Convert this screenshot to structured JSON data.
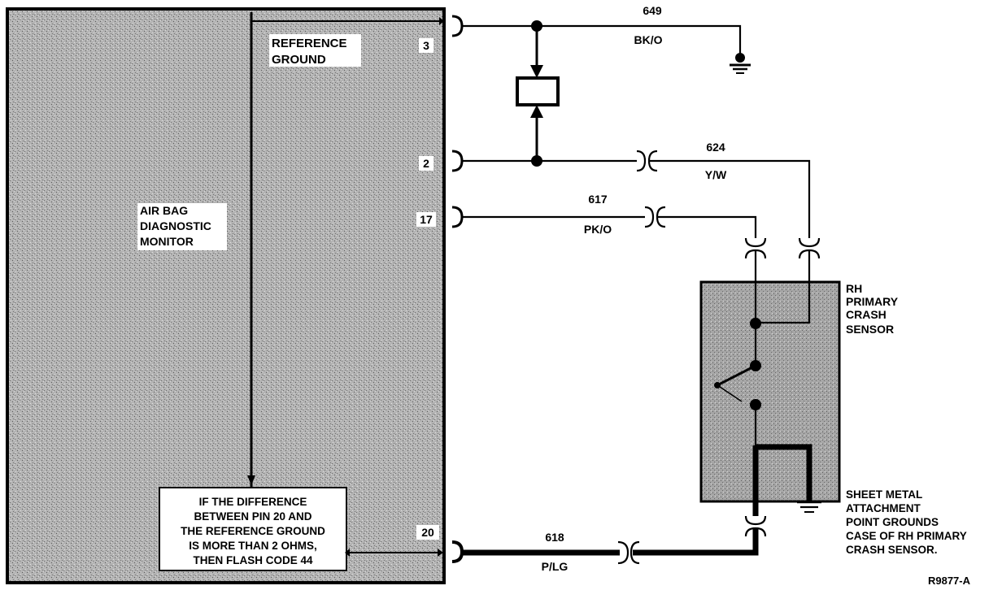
{
  "module": {
    "name_lines": [
      "AIR BAG",
      "DIAGNOSTIC",
      "MONITOR"
    ],
    "reference_ground_lines": [
      "REFERENCE",
      "GROUND"
    ],
    "note_lines": [
      "IF THE DIFFERENCE",
      "BETWEEN PIN 20 AND",
      "THE REFERENCE GROUND",
      "IS MORE THAN 2 OHMS,",
      "THEN FLASH CODE 44"
    ]
  },
  "pins": [
    {
      "number": "3"
    },
    {
      "number": "2"
    },
    {
      "number": "17"
    },
    {
      "number": "20"
    }
  ],
  "circuits": [
    {
      "number": "649",
      "color": "BK/O"
    },
    {
      "number": "624",
      "color": "Y/W"
    },
    {
      "number": "617",
      "color": "PK/O"
    },
    {
      "number": "618",
      "color": "P/LG"
    }
  ],
  "sensor": {
    "name_lines": [
      "RH",
      "PRIMARY",
      "CRASH",
      "SENSOR"
    ]
  },
  "ground_note_lines": [
    "SHEET METAL",
    "ATTACHMENT",
    "POINT GROUNDS",
    "CASE OF RH PRIMARY",
    "CRASH SENSOR."
  ],
  "figure_id": "R9877-A",
  "colors": {
    "ink": "#000000",
    "module_fill": "#a9a9a9",
    "sensor_fill": "#9e9e9e",
    "label_bg": "#ffffff"
  }
}
